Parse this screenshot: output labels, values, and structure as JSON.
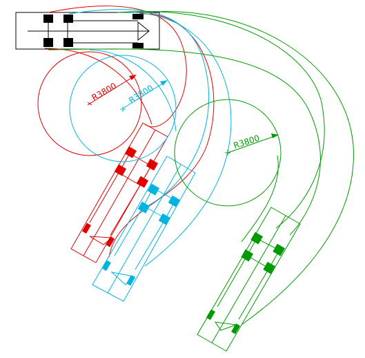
{
  "colors": {
    "red": "#e00000",
    "cyan": "#00b4e0",
    "green": "#009a00",
    "black": "#000000",
    "background": "#ffffff"
  },
  "radius_labels": {
    "red": "R3800",
    "cyan": "R3800",
    "green": "R3800"
  }
}
